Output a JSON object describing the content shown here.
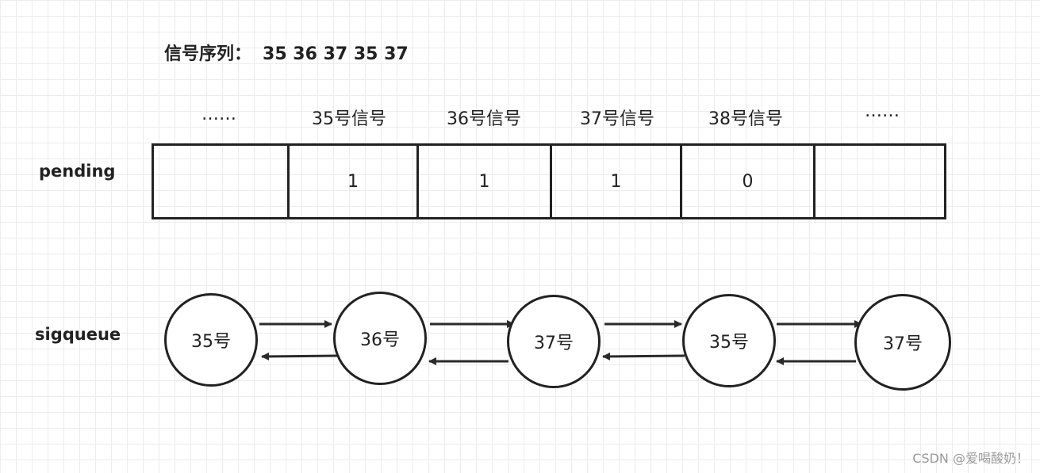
{
  "title": {
    "label": "信号序列：",
    "sequence": "35 36 37 35 37"
  },
  "pending": {
    "row_label": "pending",
    "columns": [
      "……",
      "35号信号",
      "36号信号",
      "37号信号",
      "38号信号",
      "……"
    ],
    "values": [
      "",
      "1",
      "1",
      "1",
      "0",
      ""
    ]
  },
  "sigqueue": {
    "row_label": "sigqueue",
    "nodes": [
      "35号",
      "36号",
      "37号",
      "35号",
      "37号"
    ]
  },
  "watermark": "CSDN @爱喝酸奶！"
}
